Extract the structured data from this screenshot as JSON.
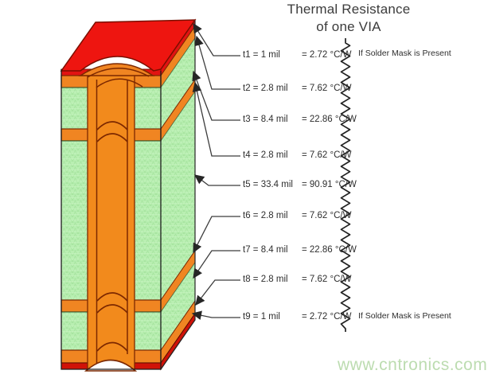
{
  "title": {
    "line1": "Thermal Resistance",
    "line2": "of one VIA"
  },
  "rows": [
    {
      "id": "t1",
      "label": "t1 = 1 mil",
      "value": "= 2.72 °C/W"
    },
    {
      "id": "t2",
      "label": "t2 = 2.8 mil",
      "value": "= 7.62 °C/W"
    },
    {
      "id": "t3",
      "label": "t3 = 8.4 mil",
      "value": "= 22.86 °C/W"
    },
    {
      "id": "t4",
      "label": "t4 = 2.8 mil",
      "value": "= 7.62 °C/W"
    },
    {
      "id": "t5",
      "label": "t5 = 33.4 mil",
      "value": "= 90.91 °C/W"
    },
    {
      "id": "t6",
      "label": "t6 = 2.8 mil",
      "value": "= 7.62 °C/W"
    },
    {
      "id": "t7",
      "label": "t7 = 8.4 mil",
      "value": "= 22.86 °C/W"
    },
    {
      "id": "t8",
      "label": "t8 = 2.8 mil",
      "value": "= 7.62 °C/W"
    },
    {
      "id": "t9",
      "label": "t9 = 1 mil",
      "value": "= 2.72 °C/W"
    }
  ],
  "notes": {
    "solder_mask_top": "If Solder Mask is Present",
    "solder_mask_bottom": "If Solder Mask is Present"
  },
  "watermark": "www.cntronics.com",
  "colors": {
    "solder_mask_red": "#ee1510",
    "bottom_mask_red": "#d01208",
    "copper_orange": "#f08522",
    "dielectric_green": "#b9efb2",
    "outline_maroon": "#7c2800",
    "watermark_green": "#bcdcb0"
  }
}
